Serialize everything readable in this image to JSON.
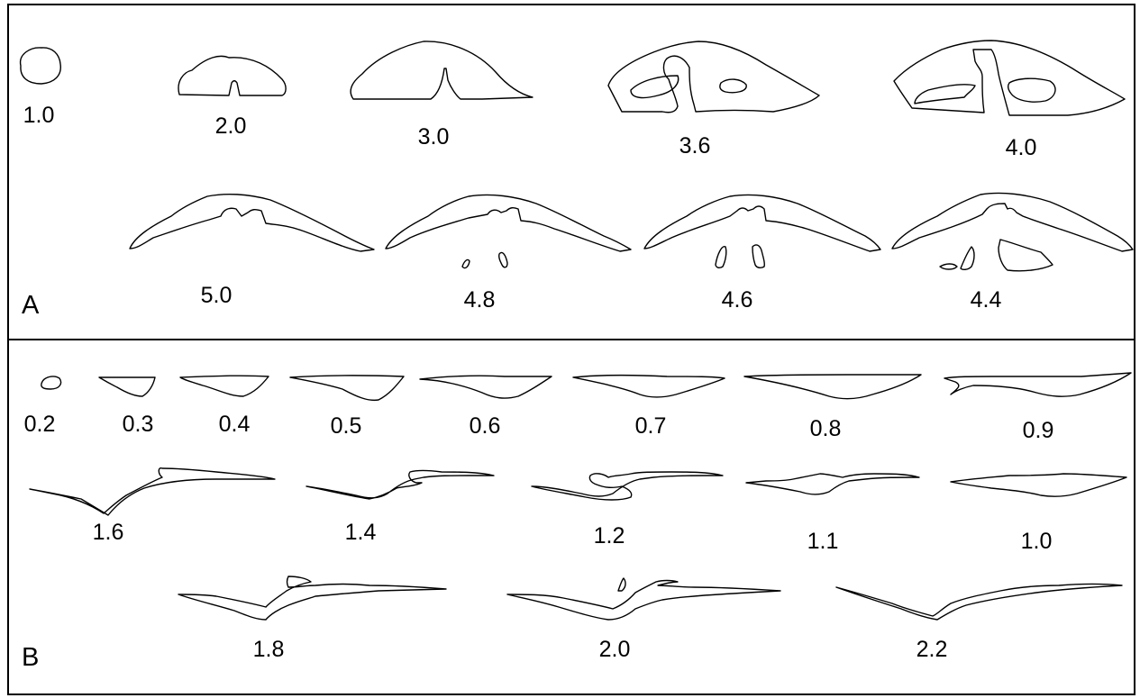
{
  "panels": [
    {
      "id": "A",
      "letter": "A",
      "sections": [
        "1.0",
        "2.0",
        "3.0",
        "3.6",
        "4.0",
        "5.0",
        "4.8",
        "4.6",
        "4.4"
      ]
    },
    {
      "id": "B",
      "letter": "B",
      "sections": [
        "0.2",
        "0.3",
        "0.4",
        "0.5",
        "0.6",
        "0.7",
        "0.8",
        "0.9",
        "1.6",
        "1.4",
        "1.2",
        "1.1",
        "1.0",
        "1.8",
        "2.0",
        "2.2"
      ]
    }
  ]
}
